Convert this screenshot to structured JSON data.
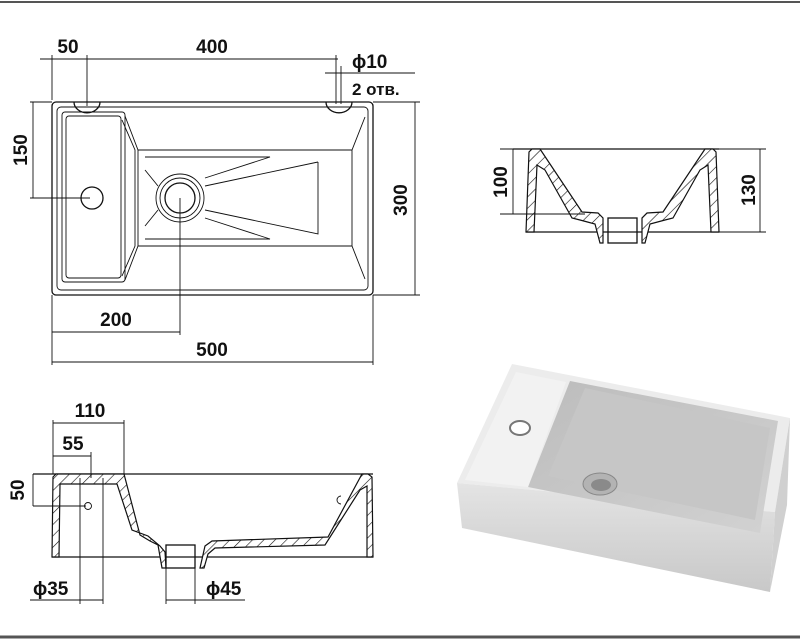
{
  "drawing": {
    "top_view": {
      "dims": {
        "tap_offset": "50",
        "hole_spacing": "400",
        "hole_diameter": "ϕ10",
        "hole_count": "2 отв.",
        "tap_depth": "150",
        "depth": "300",
        "drain_offset": "200",
        "width": "500"
      }
    },
    "side_section": {
      "dims": {
        "bowl_depth": "100",
        "height": "130"
      }
    },
    "front_section": {
      "dims": {
        "shelf_width": "110",
        "tap_center": "55",
        "overflow_height": "50",
        "tap_hole": "ϕ35",
        "drain": "ϕ45"
      }
    }
  },
  "colors": {
    "line": "#111111",
    "frame": "#555555",
    "ceramic": "#d6d6d6"
  }
}
